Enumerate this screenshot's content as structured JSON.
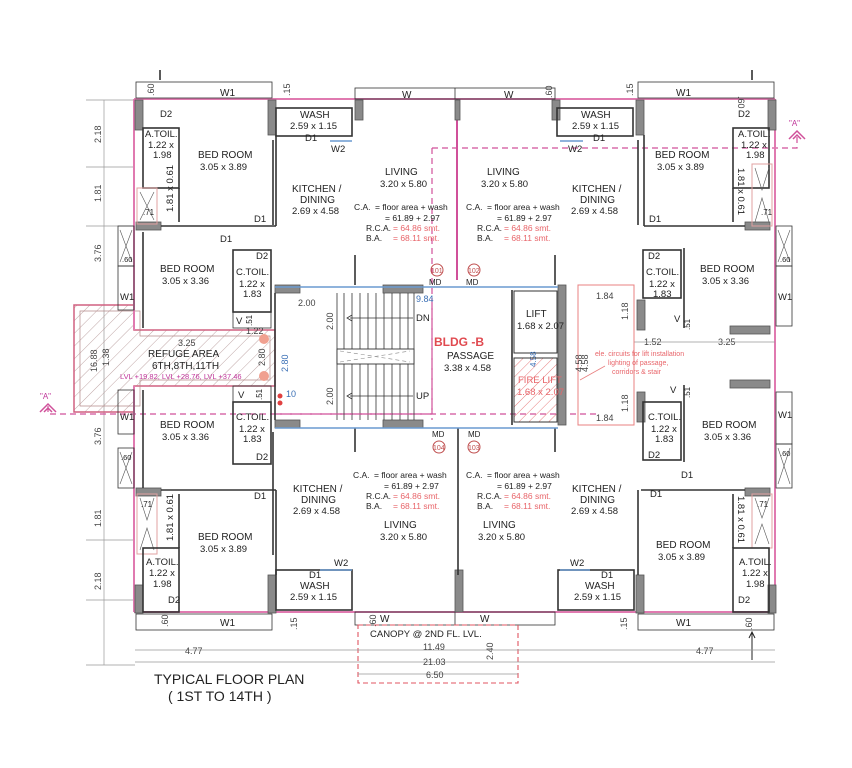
{
  "title": {
    "line1": "TYPICAL FLOOR PLAN",
    "line2": "( 1ST TO 14TH )"
  },
  "building": {
    "name": "BLDG -B",
    "passage": {
      "label": "PASSAGE",
      "size": "3.38 x 4.58"
    },
    "lift": {
      "label": "LIFT",
      "size": "1.68 x 2.07"
    },
    "fire_lift": {
      "label": "FIRE LIFT",
      "size": "1.68 x 2.07"
    },
    "stair": {
      "dn": "DN",
      "up": "UP",
      "flight1": "2.00",
      "flight2": "2.00",
      "landing": "2.00"
    },
    "note": [
      "ele. circuits for lift installation",
      "lighting of passage,",
      "corridors & stair"
    ],
    "section_marker": "\"A\""
  },
  "refuge": {
    "label": "REFUGE AREA",
    "floors": "6TH,8TH,11TH",
    "levels": "LVL +19.82, LVL +28.76, LVL +37.46",
    "dim_v1": "16.88",
    "dim_v2": "1.38",
    "dim_h": "3.25",
    "dim_122": "1.22",
    "dim_280": "2.80"
  },
  "flats": [
    {
      "id": "101",
      "door": "MD"
    },
    {
      "id": "102",
      "door": "MD"
    },
    {
      "id": "104",
      "door": "MD"
    },
    {
      "id": "103",
      "door": "MD"
    }
  ],
  "rooms": {
    "bed_large": {
      "label": "BED ROOM",
      "size": "3.05 x 3.89"
    },
    "bed_small": {
      "label": "BED ROOM",
      "size": "3.05 x 3.36"
    },
    "a_toil": {
      "label": "A.TOIL.",
      "size_a": "1.22 x",
      "size_b": "1.98"
    },
    "c_toil": {
      "label": "C.TOIL.",
      "size_a": "1.22 x",
      "size_b": "1.83"
    },
    "kitchen": {
      "label_a": "KITCHEN /",
      "label_b": "DINING",
      "size": "2.69 x 4.58"
    },
    "living": {
      "label": "LIVING",
      "size": "3.20 x 5.80"
    },
    "wash": {
      "label": "WASH",
      "size": "2.59 x 1.15"
    },
    "duct": "1.81 x 0.61"
  },
  "areas": {
    "ca_label": "C.A.",
    "ca_formula": "= floor area + wash",
    "ca_values": "=   61.89 + 2.97",
    "rca_label": "R.C.A.",
    "rca_value": "= 64.86 smt.",
    "ba_label": "B.A.",
    "ba_value": "= 68.11 smt."
  },
  "openings": {
    "w": "W",
    "w1": "W1",
    "w2": "W2",
    "d1": "D1",
    "d2": "D2",
    "v": "V",
    "md": "MD"
  },
  "dimensions": {
    "left_218": "2.18",
    "left_181": "1.81",
    "left_376": "3.76",
    "top_60": ".60",
    "top_15": ".15",
    "d_71": ".71",
    "d_60": ".60",
    "d_51": ".51",
    "right_184": "1.84",
    "right_118": "1.18",
    "right_152": "1.52",
    "right_325": "3.25",
    "right_458": "4.58",
    "lift_458": "4.58",
    "passage_984": "9.84",
    "stair_280": "2.80",
    "stair_10": "10",
    "bottom_477": "4.77",
    "bottom_1149": "11.49",
    "bottom_2103": "21.03",
    "bottom_650": "6.50",
    "canopy_240": "2.40"
  },
  "canopy": "CANOPY @ 2ND FL. LVL."
}
